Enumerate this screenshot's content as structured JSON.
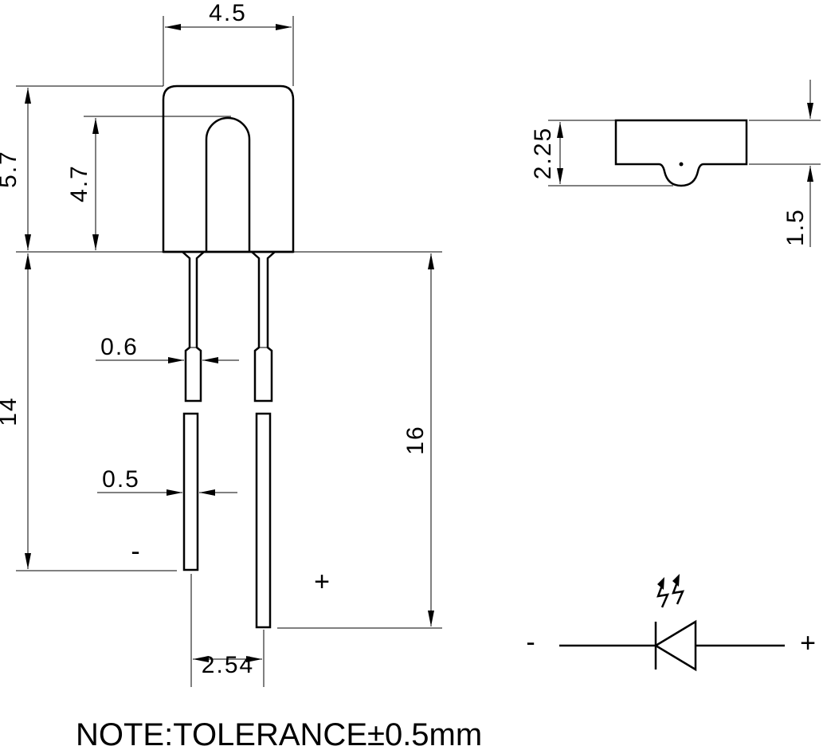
{
  "dimensions": {
    "width": "4.5",
    "height_total": "5.7",
    "slot_height": "4.7",
    "lead_thick_width": "0.6",
    "lead_thin_width": "0.5",
    "short_lead_length": "14",
    "long_lead_length": "16",
    "pitch": "2.54",
    "side_height": "2.25",
    "side_offset": "1.5"
  },
  "polarity": {
    "lead_minus": "-",
    "lead_plus": "+",
    "symbol_minus": "-",
    "symbol_plus": "+"
  },
  "note": "NOTE:TOLERANCE±0.5mm"
}
